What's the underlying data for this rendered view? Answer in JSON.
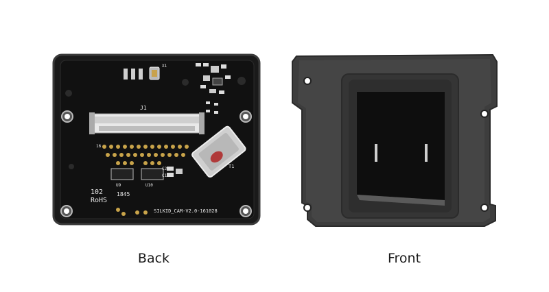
{
  "captions": {
    "back": "Back",
    "front": "Front"
  },
  "back_board": {
    "connector_label": "J1",
    "pin_label": "16",
    "part_label": "102",
    "rohs_label": "RoHS",
    "date_code": "1845",
    "model_label": "SILKID_CAM-V2.0-161028",
    "chip_label_1": "U9",
    "chip_label_2": "U10",
    "transformer_label": "T1",
    "crystal_label": "X1",
    "cap_label_1": "C2",
    "cap_label_2": "C1"
  },
  "colors": {
    "pcb": "#111111",
    "pcb_edge": "#2a2a2a",
    "silkscreen": "#e8e8e8",
    "pad_gold": "#c9a44a",
    "housing": "#3b3b3b",
    "housing_dark": "#1c1c1c",
    "window": "#0e0e0e"
  }
}
